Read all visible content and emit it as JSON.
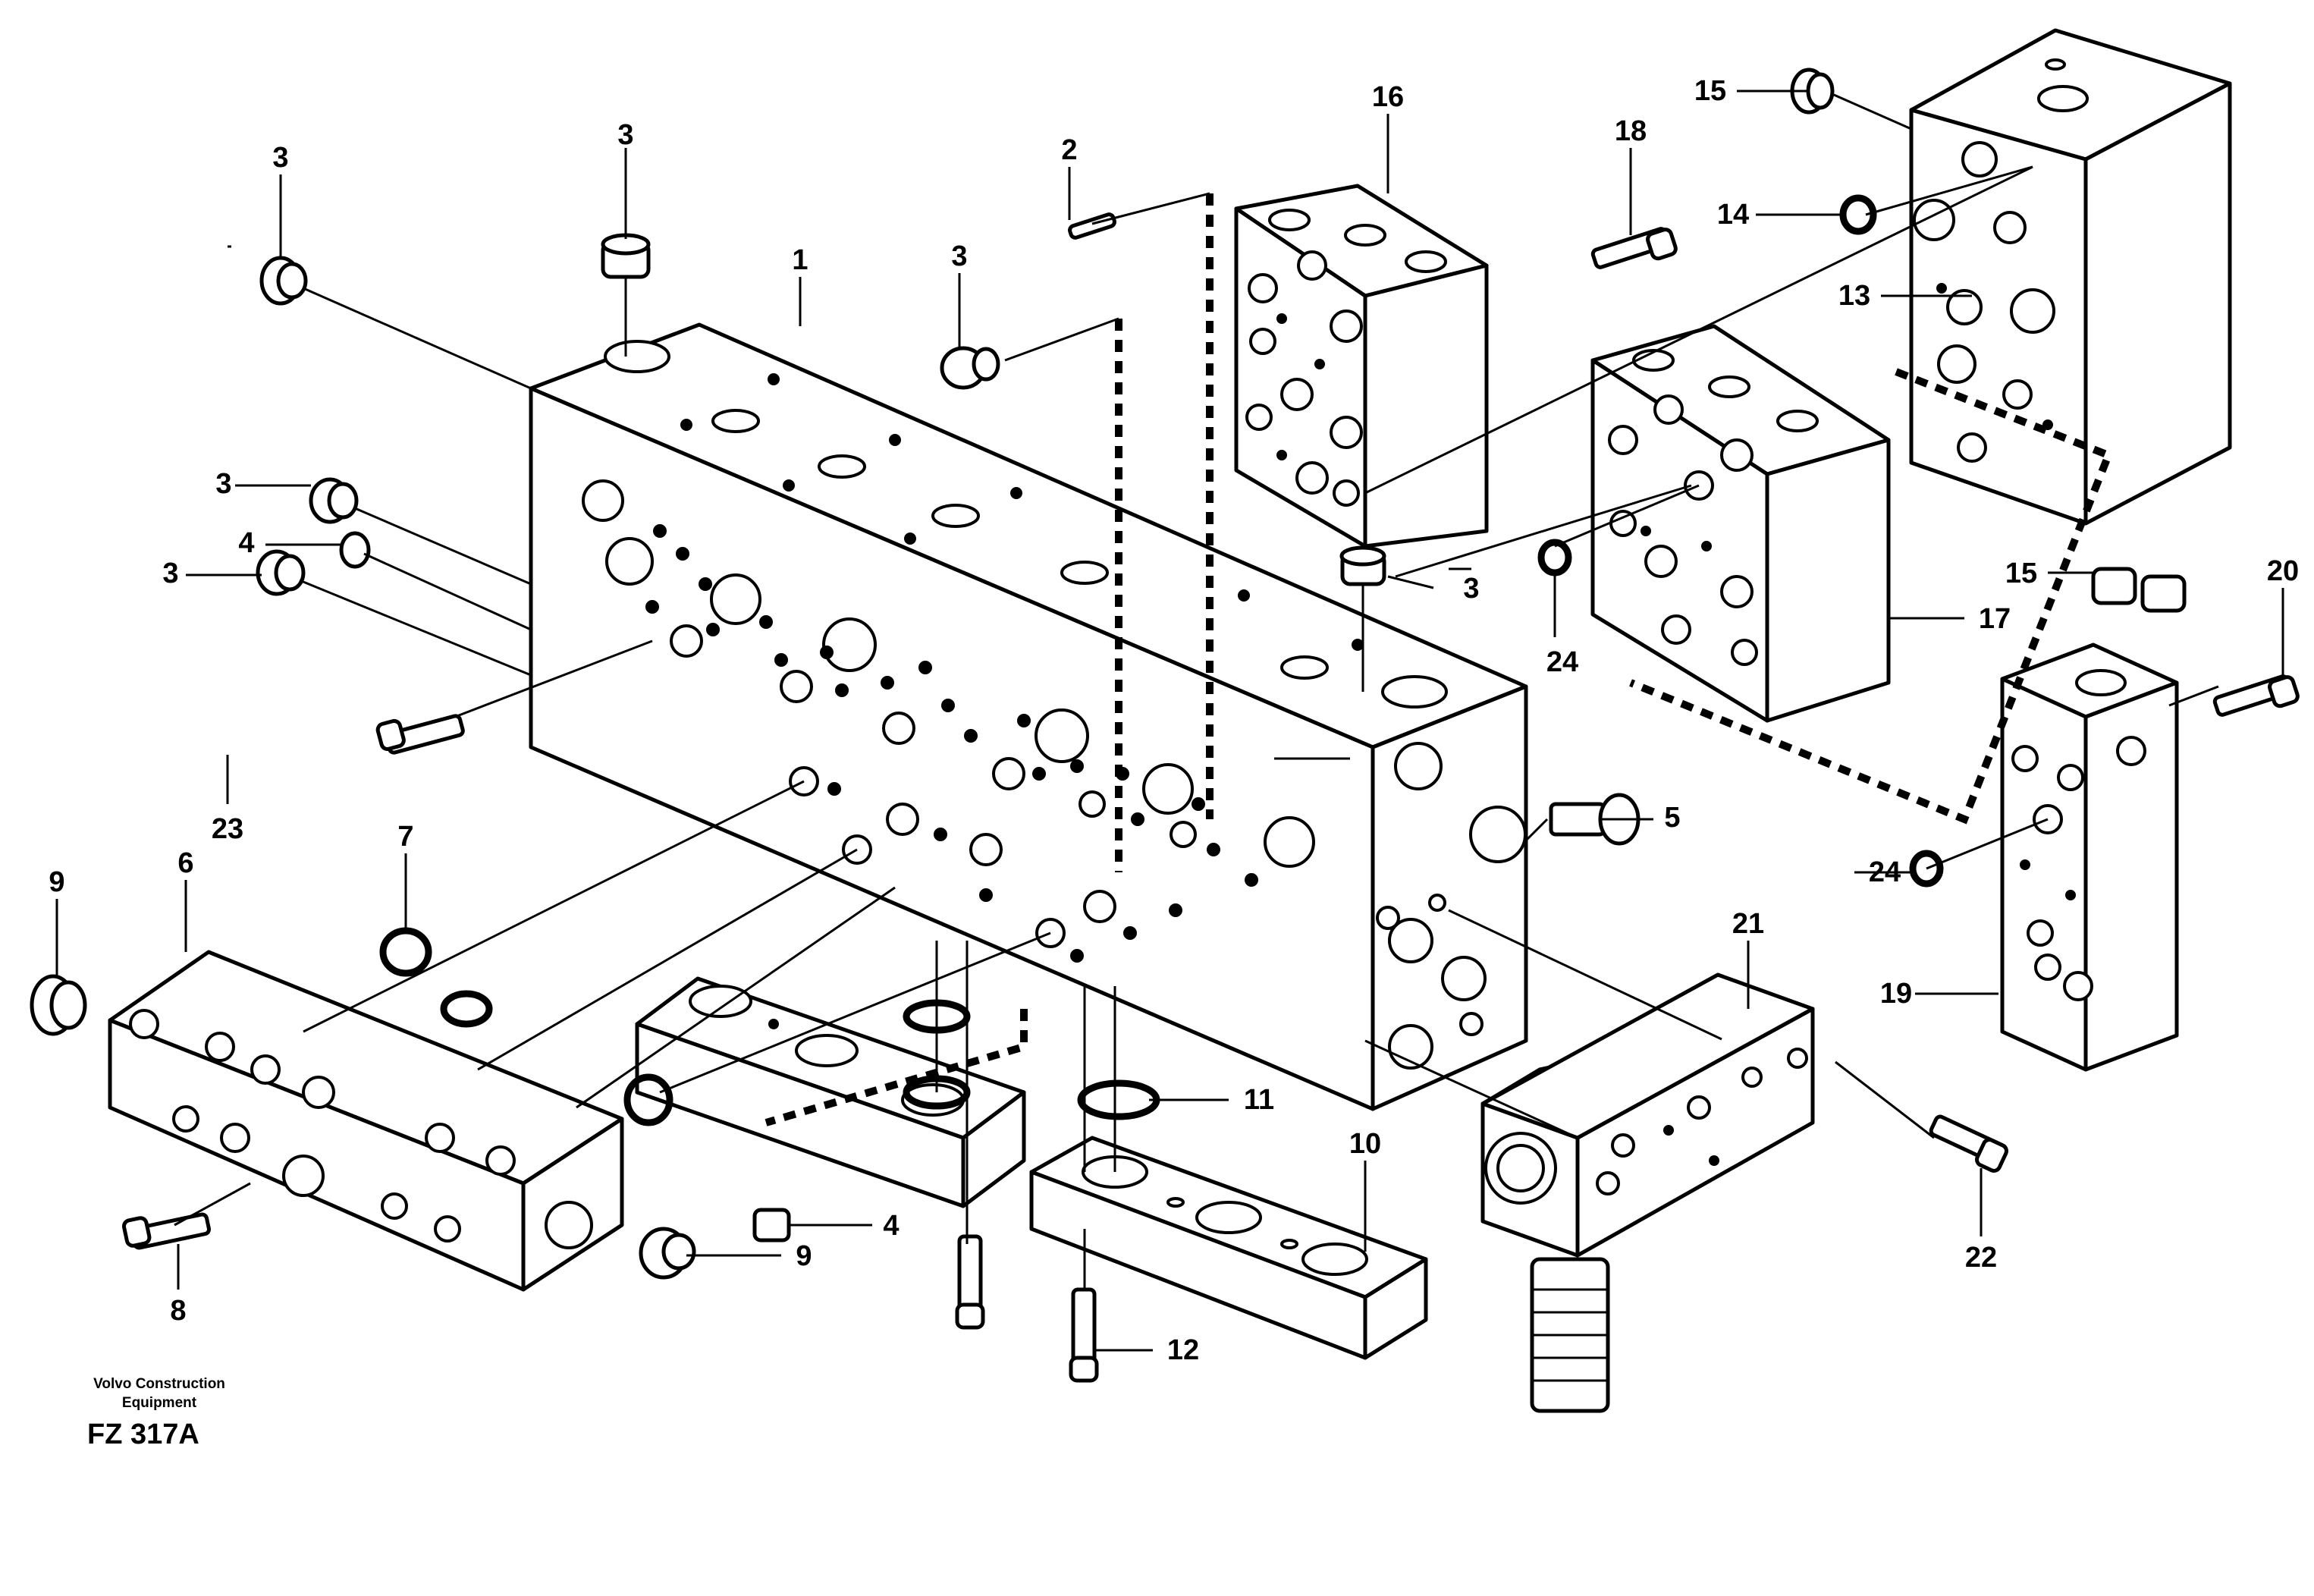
{
  "callouts": {
    "c1": "1",
    "c2": "2",
    "c3a": "3",
    "c3b": "3",
    "c3c": "3",
    "c3d": "3",
    "c3e": "3",
    "c3f": "3",
    "c4a": "4",
    "c4b": "4",
    "c5": "5",
    "c6": "6",
    "c7": "7",
    "c8": "8",
    "c9a": "9",
    "c9b": "9",
    "c10": "10",
    "c11": "11",
    "c12": "12",
    "c13": "13",
    "c14": "14",
    "c15a": "15",
    "c15b": "15",
    "c16": "16",
    "c17": "17",
    "c18": "18",
    "c19": "19",
    "c20": "20",
    "c21": "21",
    "c22": "22",
    "c23": "23",
    "c24a": "24",
    "c24b": "24"
  },
  "footer": {
    "company_line1": "Volvo Construction",
    "company_line2": "Equipment",
    "figure_code": "FZ 317A"
  }
}
